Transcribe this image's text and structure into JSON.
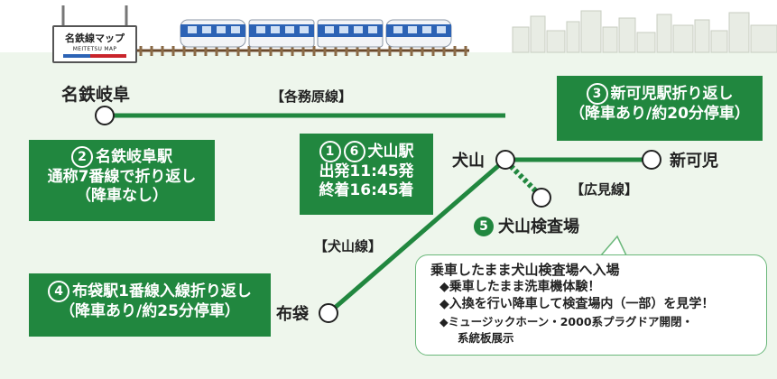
{
  "sign": {
    "title": "名鉄線マップ",
    "subtitle": "MEITETSU MAP"
  },
  "stations": {
    "meitetsu_gifu": "名鉄岐阜",
    "inuyama": "犬山",
    "shin_kani": "新可児",
    "kani": "布袋",
    "depot": "犬山検査場",
    "depot_number": "5"
  },
  "lines": {
    "kakamigahara": "【各務原線】",
    "hiromi": "【広見線】",
    "inuyama": "【犬山線】"
  },
  "boxes": {
    "gifu": [
      "②名鉄岐阜駅",
      "通称7番線で折り返し",
      "（降車なし）"
    ],
    "gifu_num": "2",
    "gifu_text": "名鉄岐阜駅",
    "gifu_line2": "通称7番線で折り返し",
    "gifu_line3": "（降車なし）",
    "inuyama_nums": [
      "1",
      "6"
    ],
    "inuyama_title": "犬山駅",
    "inuyama_depart": "出発11:45発",
    "inuyama_arrive": "終着16:45着",
    "shinkani_num": "3",
    "shinkani_title": "新可児駅折り返し",
    "shinkani_sub": "（降車あり/約20分停車）",
    "hotei_num": "4",
    "hotei_title": "布袋駅1番線入線折り返し",
    "hotei_sub": "（降車あり/約25分停車）"
  },
  "bubble": {
    "title": "乗車したまま犬山検査場へ入場",
    "items": [
      "◆乗車したまま洗車機体験！",
      "◆入換を行い降車して検査場内（一部）を見学！",
      "◆ミュージックホーン・2000系プラグドア開閉・"
    ],
    "continuation": "系統板展示"
  },
  "colors": {
    "line_green": "#21873f",
    "ground": "#eef6ec",
    "train_blue": "#2c63b5"
  }
}
